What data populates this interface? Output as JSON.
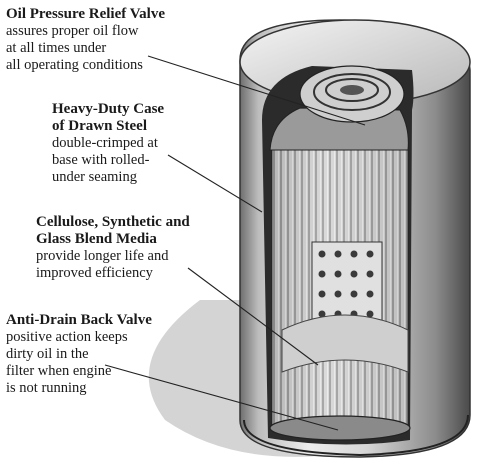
{
  "callouts": [
    {
      "id": "relief-valve",
      "title": [
        "Oil Pressure Relief Valve"
      ],
      "description": [
        "assures proper oil flow",
        "at all times under",
        "all operating conditions"
      ]
    },
    {
      "id": "case",
      "title": [
        "Heavy-Duty Case",
        "of Drawn Steel"
      ],
      "description": [
        "double-crimped at",
        "base with rolled-",
        "under seaming"
      ]
    },
    {
      "id": "media",
      "title": [
        "Cellulose, Synthetic and",
        "Glass Blend Media"
      ],
      "description": [
        "provide longer life and",
        "improved efficiency"
      ]
    },
    {
      "id": "anti-drain",
      "title": [
        "Anti-Drain Back Valve"
      ],
      "description": [
        "positive action keeps",
        "dirty oil in the",
        "filter when engine",
        "is not running"
      ]
    }
  ],
  "colors": {
    "background": "#ffffff",
    "ink": "#1a1a1a",
    "shadow": "#d4d4d4",
    "case_light": "#e6e6e6",
    "case_mid": "#a9a9a9",
    "case_dark": "#5a5a5a",
    "interior": "#2b2b2b"
  }
}
